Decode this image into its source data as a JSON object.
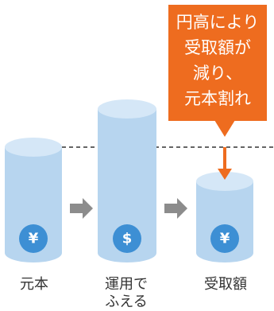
{
  "labels": {
    "principal": "元本",
    "invested": "運用で\nふえる",
    "received": "受取額"
  },
  "callout": {
    "text": "円高により\n受取額が\n減り、\n元本割れ"
  },
  "coins": {
    "principal": "¥",
    "invested": "$",
    "received": "¥"
  },
  "colors": {
    "cylinder_body": "#b7d5ef",
    "cylinder_top": "#d5e7f7",
    "coin": "#3d8fd4",
    "callout": "#ee6c1f",
    "arrow_gray": "#8c8c8c",
    "dashed_line": "#333333"
  }
}
